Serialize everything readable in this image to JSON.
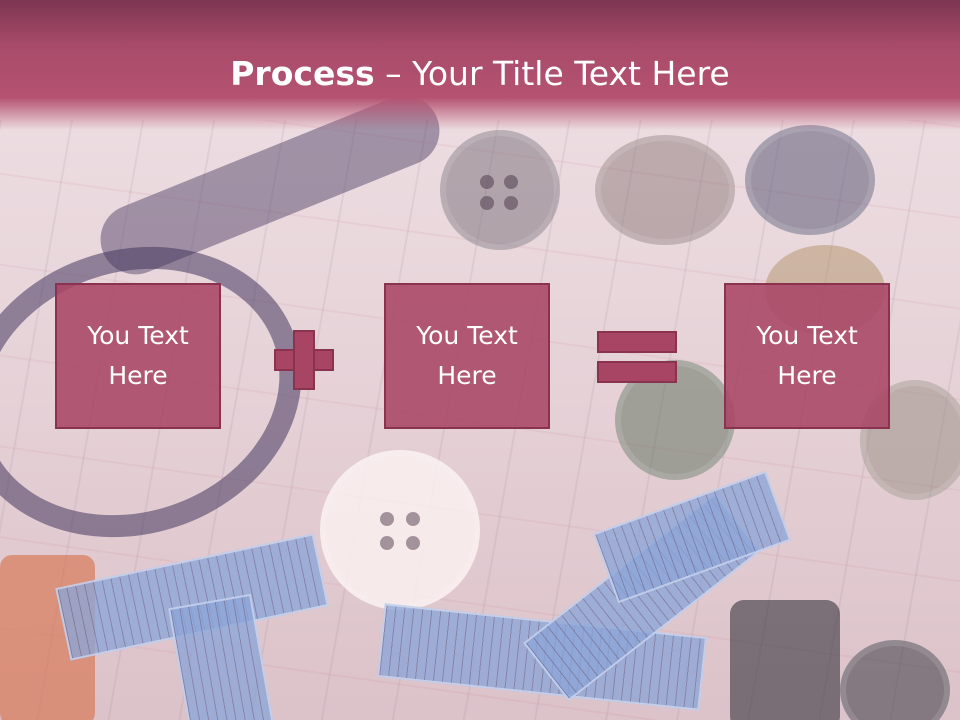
{
  "slide": {
    "title_bold": "Process",
    "title_rest": " – Your Title Text Here",
    "boxes": [
      {
        "text": "You Text\nHere"
      },
      {
        "text": "You Text\nHere"
      },
      {
        "text": "You Text\nHere"
      }
    ],
    "operators": [
      "plus-icon",
      "equals-icon"
    ]
  },
  "colors": {
    "header": "#a84b6a",
    "box_fill": "#a84565",
    "box_border": "#8a3350",
    "text": "#ffffff"
  }
}
